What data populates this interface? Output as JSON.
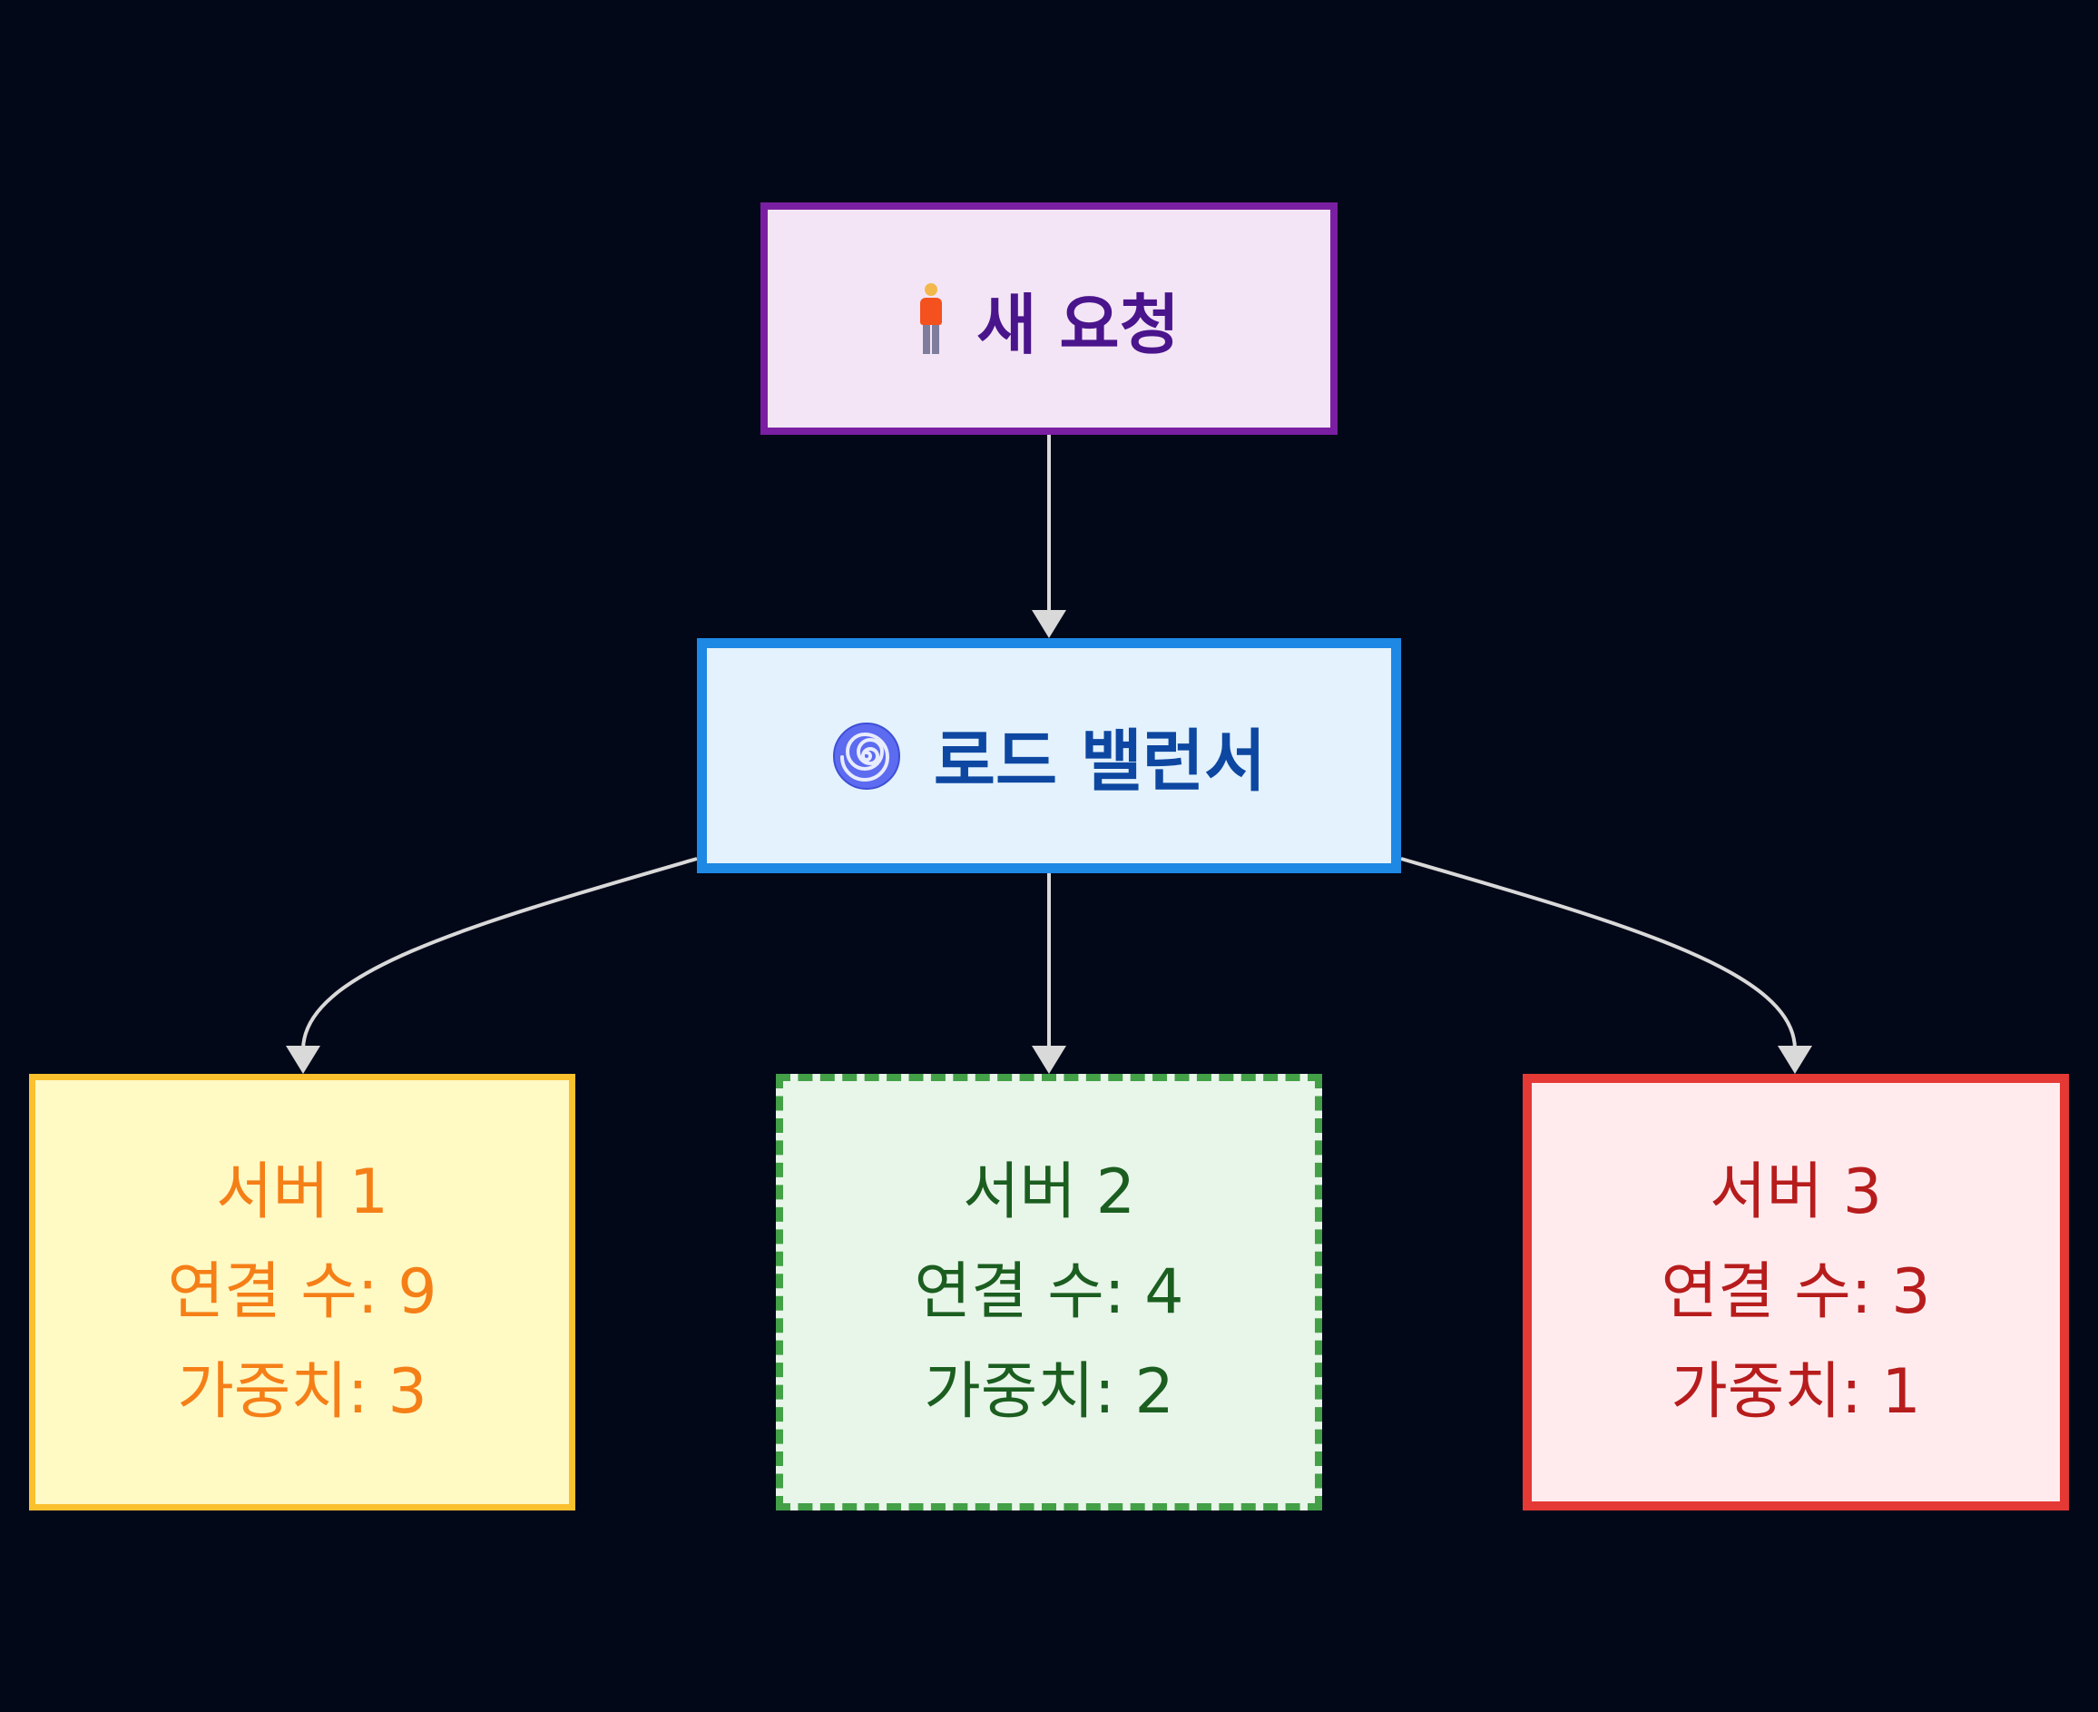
{
  "colors": {
    "background": "#030819",
    "edge": "#d9d9d9",
    "request_fill": "#f3e5f5",
    "request_border": "#7b1fa2",
    "request_text": "#4a148c",
    "lb_fill": "#e3f2fd",
    "lb_border": "#1e88e5",
    "lb_text": "#0d47a1",
    "server1_fill": "#fff9c4",
    "server1_border": "#fbc02d",
    "server1_text": "#f57f17",
    "server2_fill": "#e8f5e9",
    "server2_border": "#43a047",
    "server2_text": "#1b5e20",
    "server3_fill": "#ffebee",
    "server3_border": "#e53935",
    "server3_text": "#b71c1c"
  },
  "nodes": {
    "request": {
      "icon": "person-standing-icon",
      "label": "새 요청"
    },
    "load_balancer": {
      "icon": "spiral-icon",
      "label": "로드 밸런서"
    },
    "servers": [
      {
        "name": "서버 1",
        "connections": "연결 수: 9",
        "weight": "가중치: 3",
        "border_style": "solid"
      },
      {
        "name": "서버 2",
        "connections": "연결 수: 4",
        "weight": "가중치: 2",
        "border_style": "dashed"
      },
      {
        "name": "서버 3",
        "connections": "연결 수: 3",
        "weight": "가중치: 1",
        "border_style": "solid"
      }
    ]
  },
  "edges": [
    {
      "from": "request",
      "to": "load_balancer"
    },
    {
      "from": "load_balancer",
      "to": "server-1"
    },
    {
      "from": "load_balancer",
      "to": "server-2"
    },
    {
      "from": "load_balancer",
      "to": "server-3"
    }
  ]
}
